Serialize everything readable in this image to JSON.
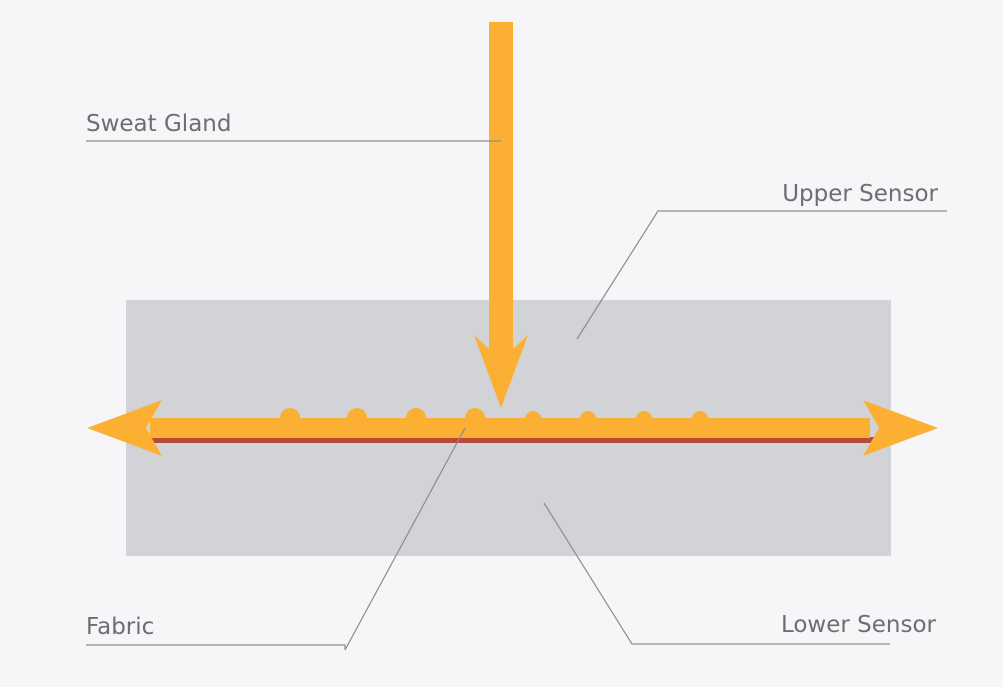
{
  "labels": {
    "sweat_gland": "Sweat Gland",
    "upper_sensor": "Upper Sensor",
    "fabric": "Fabric",
    "lower_sensor": "Lower Sensor"
  },
  "colors": {
    "background": "#f6f6f8",
    "sensor_block": "#d1d3d7",
    "arrow": "#fbb034",
    "fabric_line": "#b84a3a",
    "leader_line": "#8c8c8c",
    "text": "#6d6e71"
  }
}
